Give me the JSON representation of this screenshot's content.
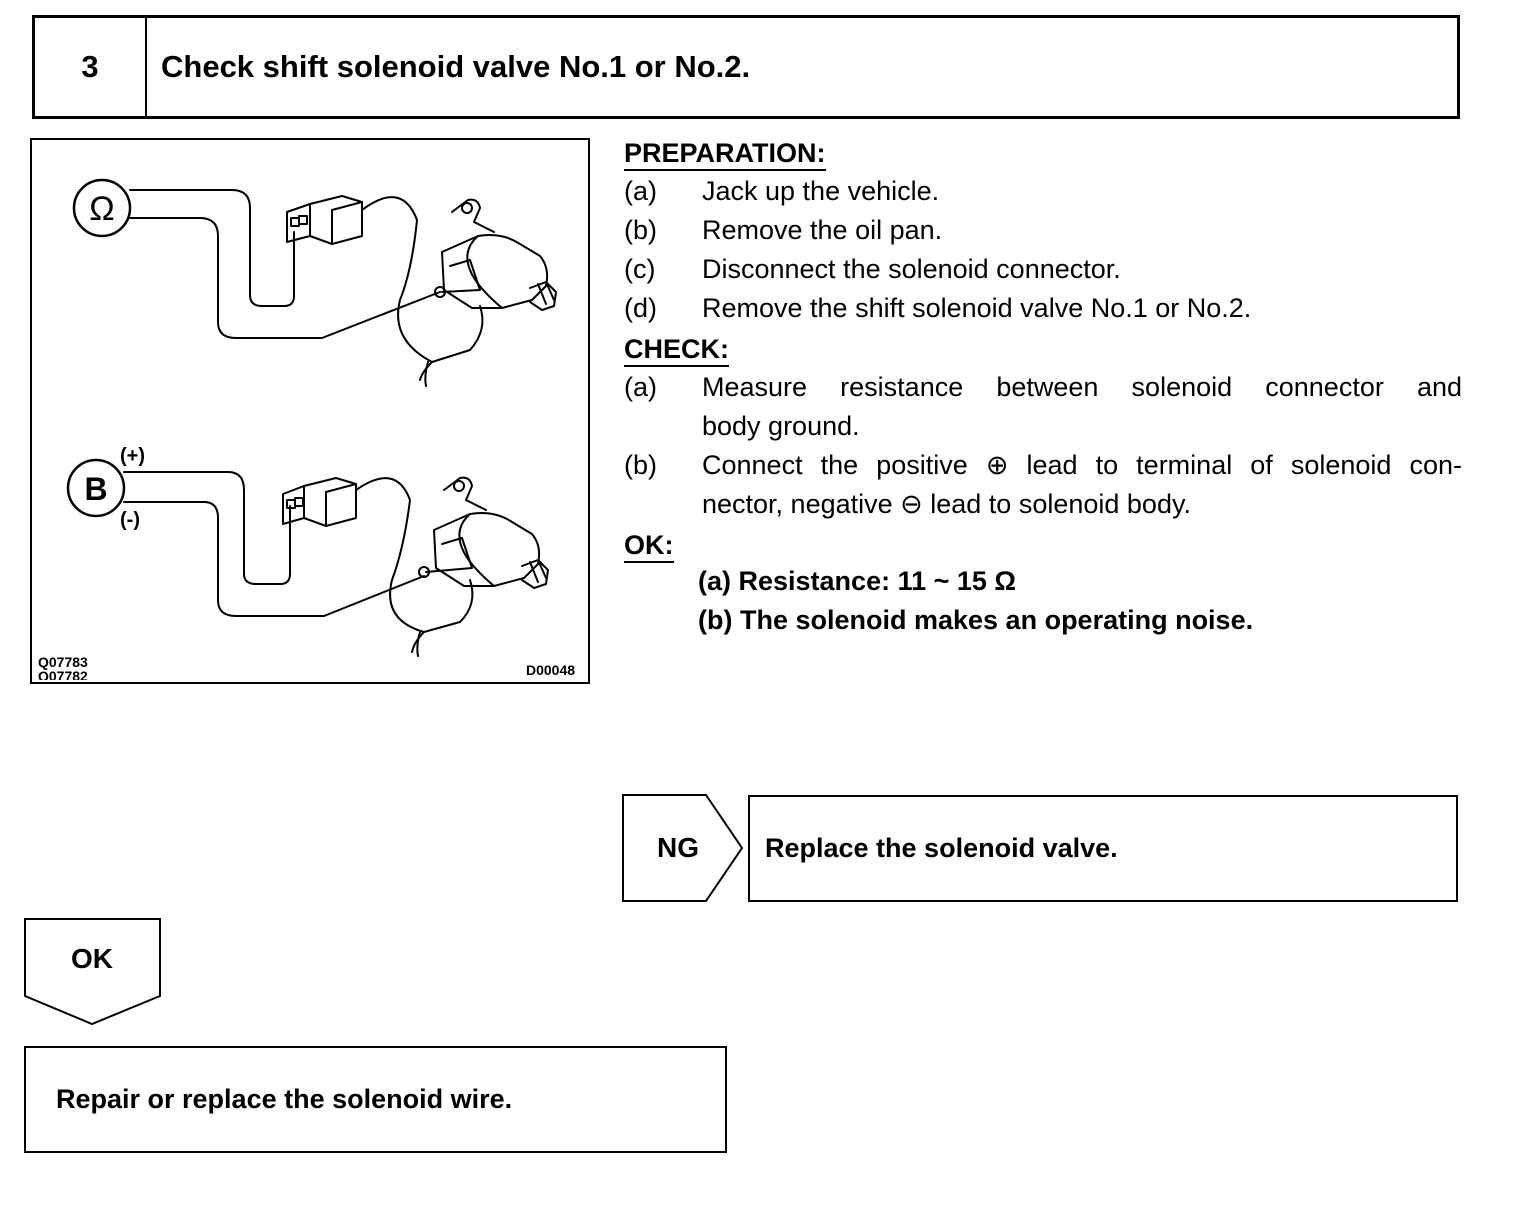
{
  "step": {
    "number": "3",
    "title": "Check shift solenoid valve No.1 or No.2."
  },
  "figure": {
    "meter_top_symbol": "Ω",
    "meter_bottom_symbol": "B",
    "plus_label": "(+)",
    "minus_label": "(-)",
    "code_left_1": "Q07783",
    "code_left_2": "Q07782",
    "code_right": "D00048",
    "icons": [
      "ohmmeter-icon",
      "battery-icon",
      "connector-icon",
      "solenoid-valve-icon"
    ]
  },
  "preparation": {
    "heading": "PREPARATION:",
    "items": [
      {
        "label": "(a)",
        "text": "Jack up the vehicle."
      },
      {
        "label": "(b)",
        "text": "Remove the oil pan."
      },
      {
        "label": "(c)",
        "text": "Disconnect the solenoid connector."
      },
      {
        "label": "(d)",
        "text": "Remove the shift solenoid valve No.1 or No.2."
      }
    ]
  },
  "check": {
    "heading": "CHECK:",
    "items": [
      {
        "label": "(a)",
        "line1": "Measure resistance between solenoid connector and",
        "line2": "body ground."
      },
      {
        "label": "(b)",
        "line1": "Connect the positive ⊕ lead to terminal of solenoid con-",
        "line2": "nector, negative ⊖ lead to solenoid body."
      }
    ]
  },
  "ok_spec": {
    "heading": "OK:",
    "items": [
      "(a) Resistance: 11 ~ 15 Ω",
      "(b) The solenoid makes an operating noise."
    ]
  },
  "flow": {
    "ng_label": "NG",
    "ng_result": "Replace the solenoid valve.",
    "ok_label": "OK",
    "ok_result": "Repair or replace the solenoid wire."
  }
}
